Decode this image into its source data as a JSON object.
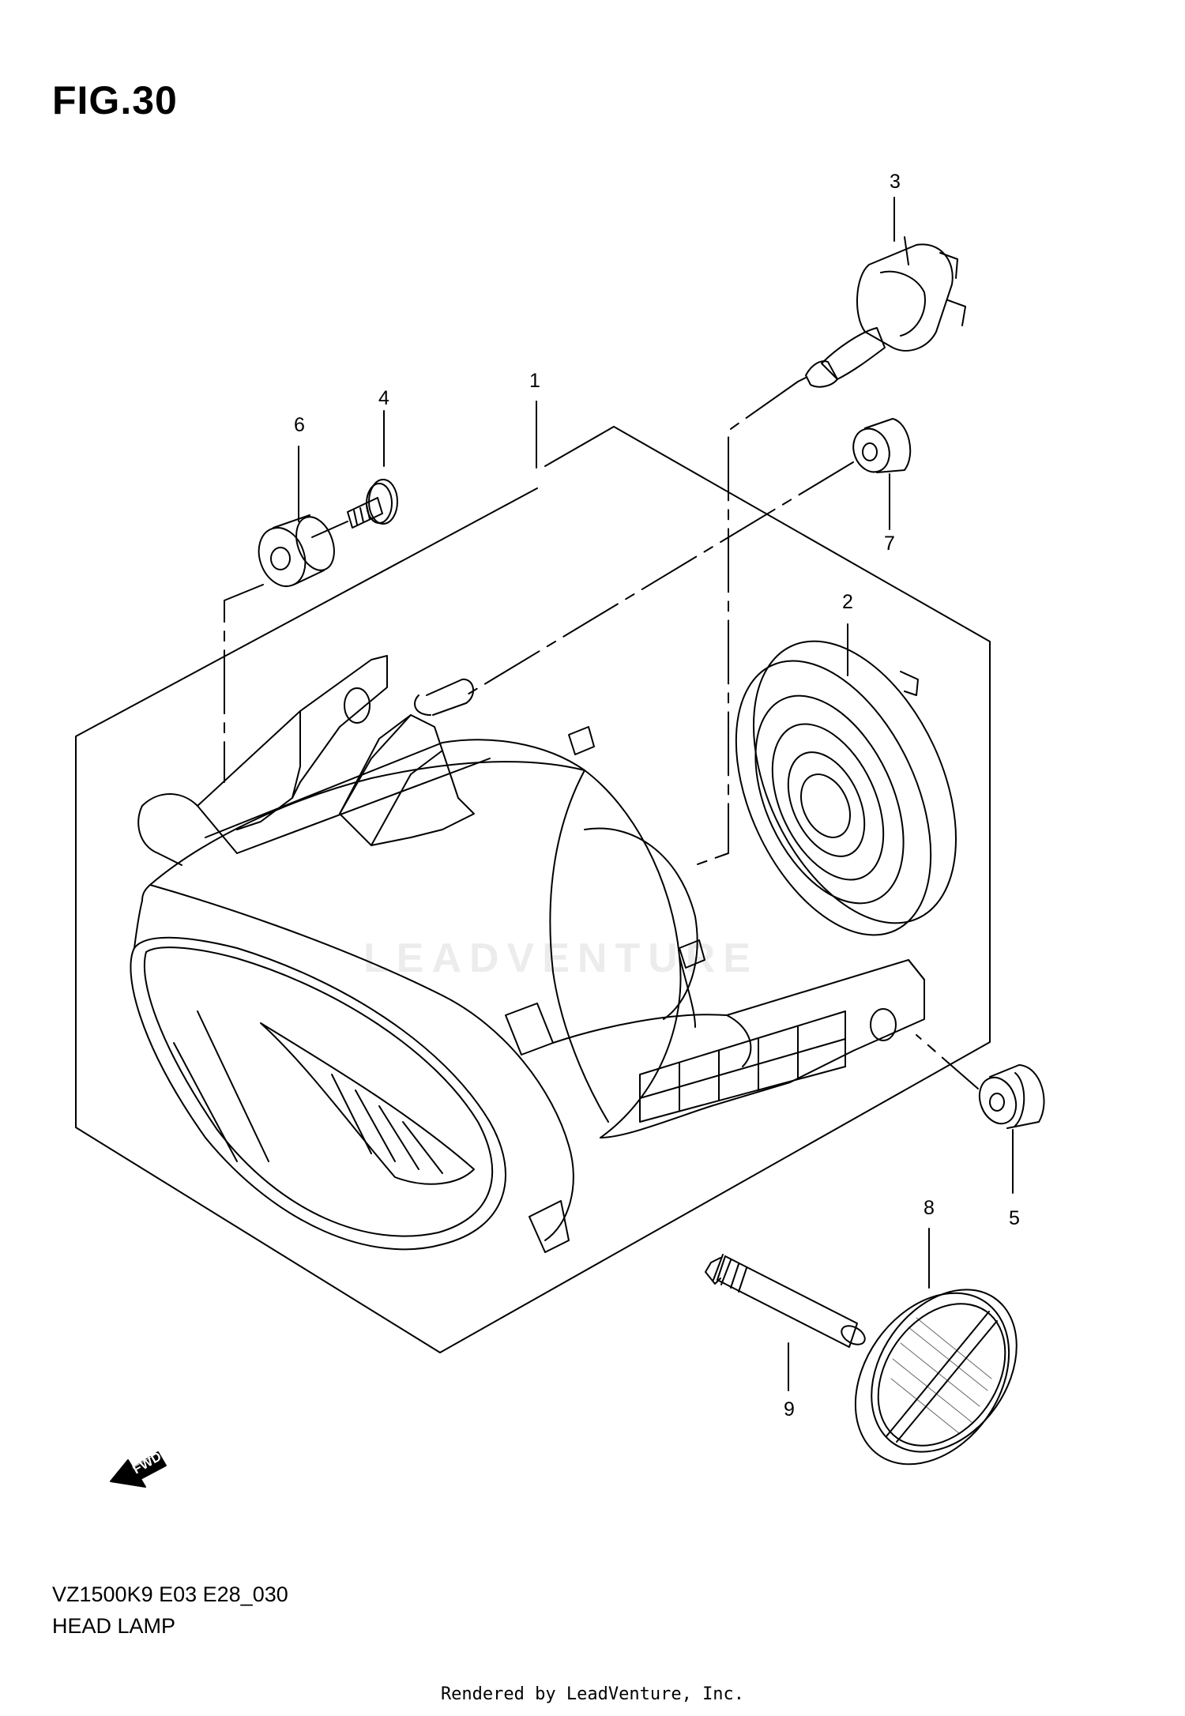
{
  "figure": {
    "title": "FIG.30",
    "code": "VZ1500K9 E03 E28_030",
    "name": "HEAD LAMP",
    "rendered_by": "Rendered by LeadVenture, Inc.",
    "watermark": "LEADVENTURE",
    "fwd_label": "FWD"
  },
  "parts": [
    {
      "ref": "1"
    },
    {
      "ref": "2"
    },
    {
      "ref": "3"
    },
    {
      "ref": "4"
    },
    {
      "ref": "5"
    },
    {
      "ref": "6"
    },
    {
      "ref": "7"
    },
    {
      "ref": "8"
    },
    {
      "ref": "9"
    }
  ]
}
